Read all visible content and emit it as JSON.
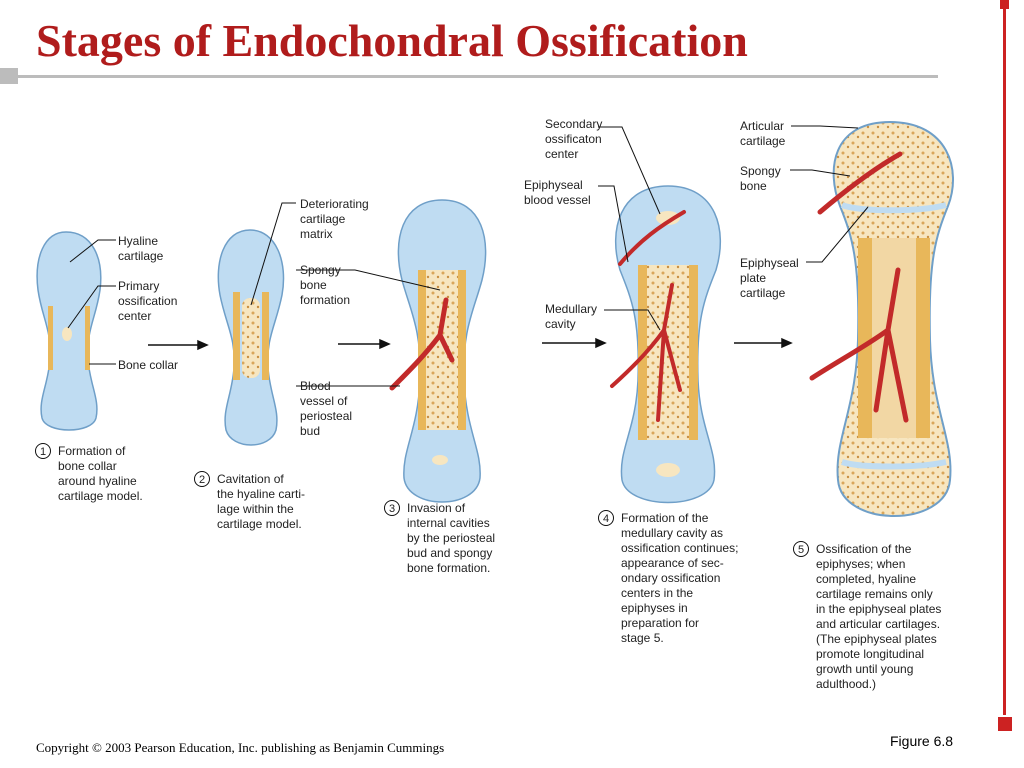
{
  "title": "Stages of Endochondral Ossification",
  "footer": {
    "copyright": "Copyright © 2003 Pearson Education, Inc. publishing as Benjamin Cummings",
    "figure": "Figure 6.8"
  },
  "colors": {
    "title": "#b01c1c",
    "accent_bar": "#cc2222",
    "cartilage": "#bfdcf2",
    "bone_collar": "#e8b75a",
    "spongy_bone": "#f7e6c0",
    "vessel": "#c22a2a"
  },
  "labels": {
    "hyaline_cartilage": [
      "Hyaline",
      "cartilage"
    ],
    "primary_center": [
      "Primary",
      "ossification",
      "center"
    ],
    "bone_collar": [
      "Bone collar"
    ],
    "deteriorating_matrix": [
      "Deteriorating",
      "cartilage",
      "matrix"
    ],
    "spongy_formation": [
      "Spongy",
      "bone",
      "formation"
    ],
    "blood_vessel_bud": [
      "Blood",
      "vessel of",
      "periosteal",
      "bud"
    ],
    "secondary_center": [
      "Secondary",
      "ossificaton",
      "center"
    ],
    "epiphyseal_vessel": [
      "Epiphyseal",
      "blood vessel"
    ],
    "medullary_cavity": [
      "Medullary",
      "cavity"
    ],
    "articular_cartilage": [
      "Articular",
      "cartilage"
    ],
    "spongy_bone": [
      "Spongy",
      "bone"
    ],
    "epiphyseal_plate": [
      "Epiphyseal",
      "plate",
      "cartilage"
    ]
  },
  "steps": [
    {
      "num": "1",
      "lines": [
        "Formation of",
        "bone collar",
        "around hyaline",
        "cartilage model."
      ]
    },
    {
      "num": "2",
      "lines": [
        "Cavitation of",
        "the hyaline carti-",
        "lage within the",
        "cartilage model."
      ]
    },
    {
      "num": "3",
      "lines": [
        "Invasion of",
        "internal cavities",
        "by the periosteal",
        "bud and spongy",
        "bone formation."
      ]
    },
    {
      "num": "4",
      "lines": [
        "Formation of the",
        "medullary cavity as",
        "ossification continues;",
        "appearance of sec-",
        "ondary ossification",
        "centers in the",
        "epiphyses in",
        "preparation for",
        "stage 5."
      ]
    },
    {
      "num": "5",
      "lines": [
        "Ossification of the",
        "epiphyses; when",
        "completed, hyaline",
        "cartilage remains only",
        "in the epiphyseal plates",
        "and articular cartilages.",
        "(The epiphyseal plates",
        "promote longitudinal",
        "growth until young",
        "adulthood.)"
      ]
    }
  ]
}
